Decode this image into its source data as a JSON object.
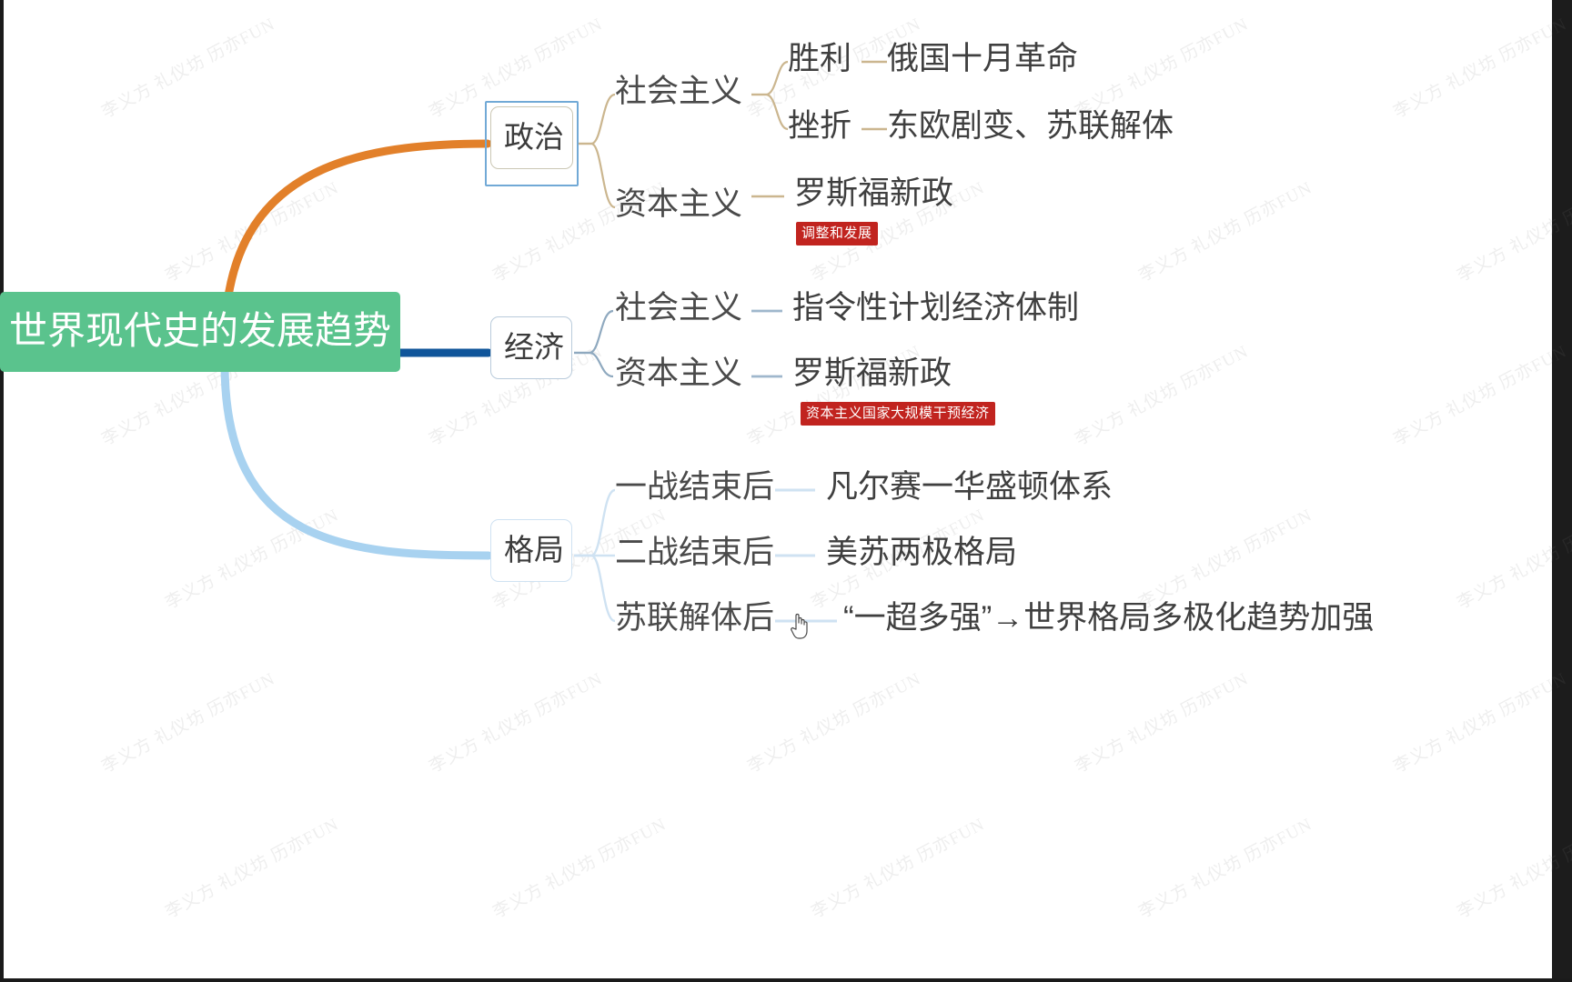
{
  "mindmap": {
    "root": {
      "label": "世界现代史的发展趋势",
      "color": "#5ac38d",
      "text_color": "#ffffff"
    },
    "branches": [
      {
        "id": "politics",
        "label": "政治",
        "selected": true,
        "link_color": "#e2802a",
        "children": [
          {
            "label": "社会主义",
            "children": [
              {
                "label": "胜利",
                "detail": "俄国十月革命"
              },
              {
                "label": "挫折",
                "detail": "东欧剧变、苏联解体"
              }
            ]
          },
          {
            "label": "资本主义",
            "children": [
              {
                "label": "罗斯福新政",
                "badge": "调整和发展",
                "badge_color": "#c1241f"
              }
            ]
          }
        ]
      },
      {
        "id": "economy",
        "label": "经济",
        "selected": false,
        "link_color": "#10559a",
        "children": [
          {
            "label": "社会主义",
            "children": [
              {
                "label": "指令性计划经济体制"
              }
            ]
          },
          {
            "label": "资本主义",
            "children": [
              {
                "label": "罗斯福新政",
                "badge": "资本主义国家大规模干预经济",
                "badge_color": "#c1241f"
              }
            ]
          }
        ]
      },
      {
        "id": "pattern",
        "label": "格局",
        "selected": false,
        "link_color": "#a8d2f0",
        "children": [
          {
            "label": "一战结束后",
            "children": [
              {
                "label": "凡尔赛一华盛顿体系"
              }
            ]
          },
          {
            "label": "二战结束后",
            "children": [
              {
                "label": "美苏两极格局"
              }
            ]
          },
          {
            "label": "苏联解体后",
            "children": [
              {
                "label": "“一超多强”→世界格局多极化趋势加强"
              }
            ]
          }
        ]
      }
    ]
  },
  "watermark": {
    "text": "李义方 礼仪坊 历亦FUN"
  },
  "cursor": {
    "type": "pointer-hand-cursor"
  }
}
